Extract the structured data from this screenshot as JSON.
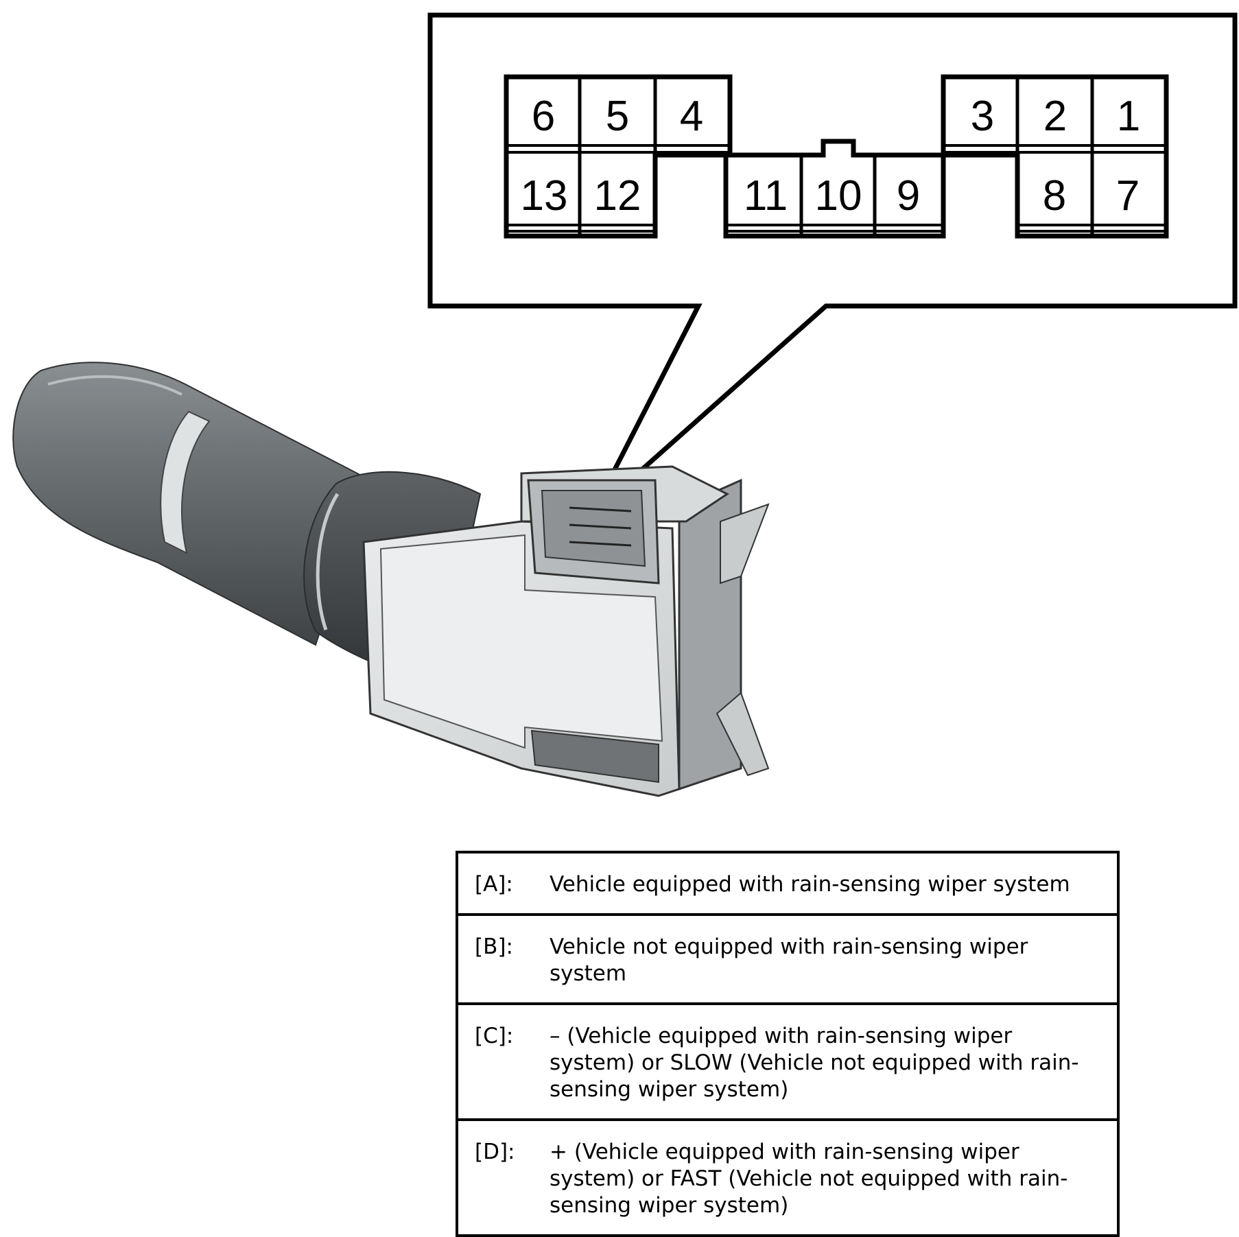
{
  "connector": {
    "pins_top_left": [
      "6",
      "5",
      "4"
    ],
    "pins_top_right": [
      "3",
      "2",
      "1"
    ],
    "pins_bottom_left": [
      "13",
      "12"
    ],
    "pins_bottom_middle": [
      "11",
      "10",
      "9"
    ],
    "pins_bottom_right": [
      "8",
      "7"
    ]
  },
  "legend": [
    {
      "key": "[A]:",
      "text": "Vehicle equipped with rain-sensing wiper system"
    },
    {
      "key": "[B]:",
      "text": "Vehicle not equipped with rain-sensing wiper system"
    },
    {
      "key": "[C]:",
      "text": "– (Vehicle equipped with rain-sensing wiper system) or SLOW (Vehicle not equipped with rain-sensing wiper system)"
    },
    {
      "key": "[D]:",
      "text": "+ (Vehicle equipped with rain-sensing wiper system) or FAST (Vehicle not equipped with rain-sensing wiper system)"
    }
  ]
}
